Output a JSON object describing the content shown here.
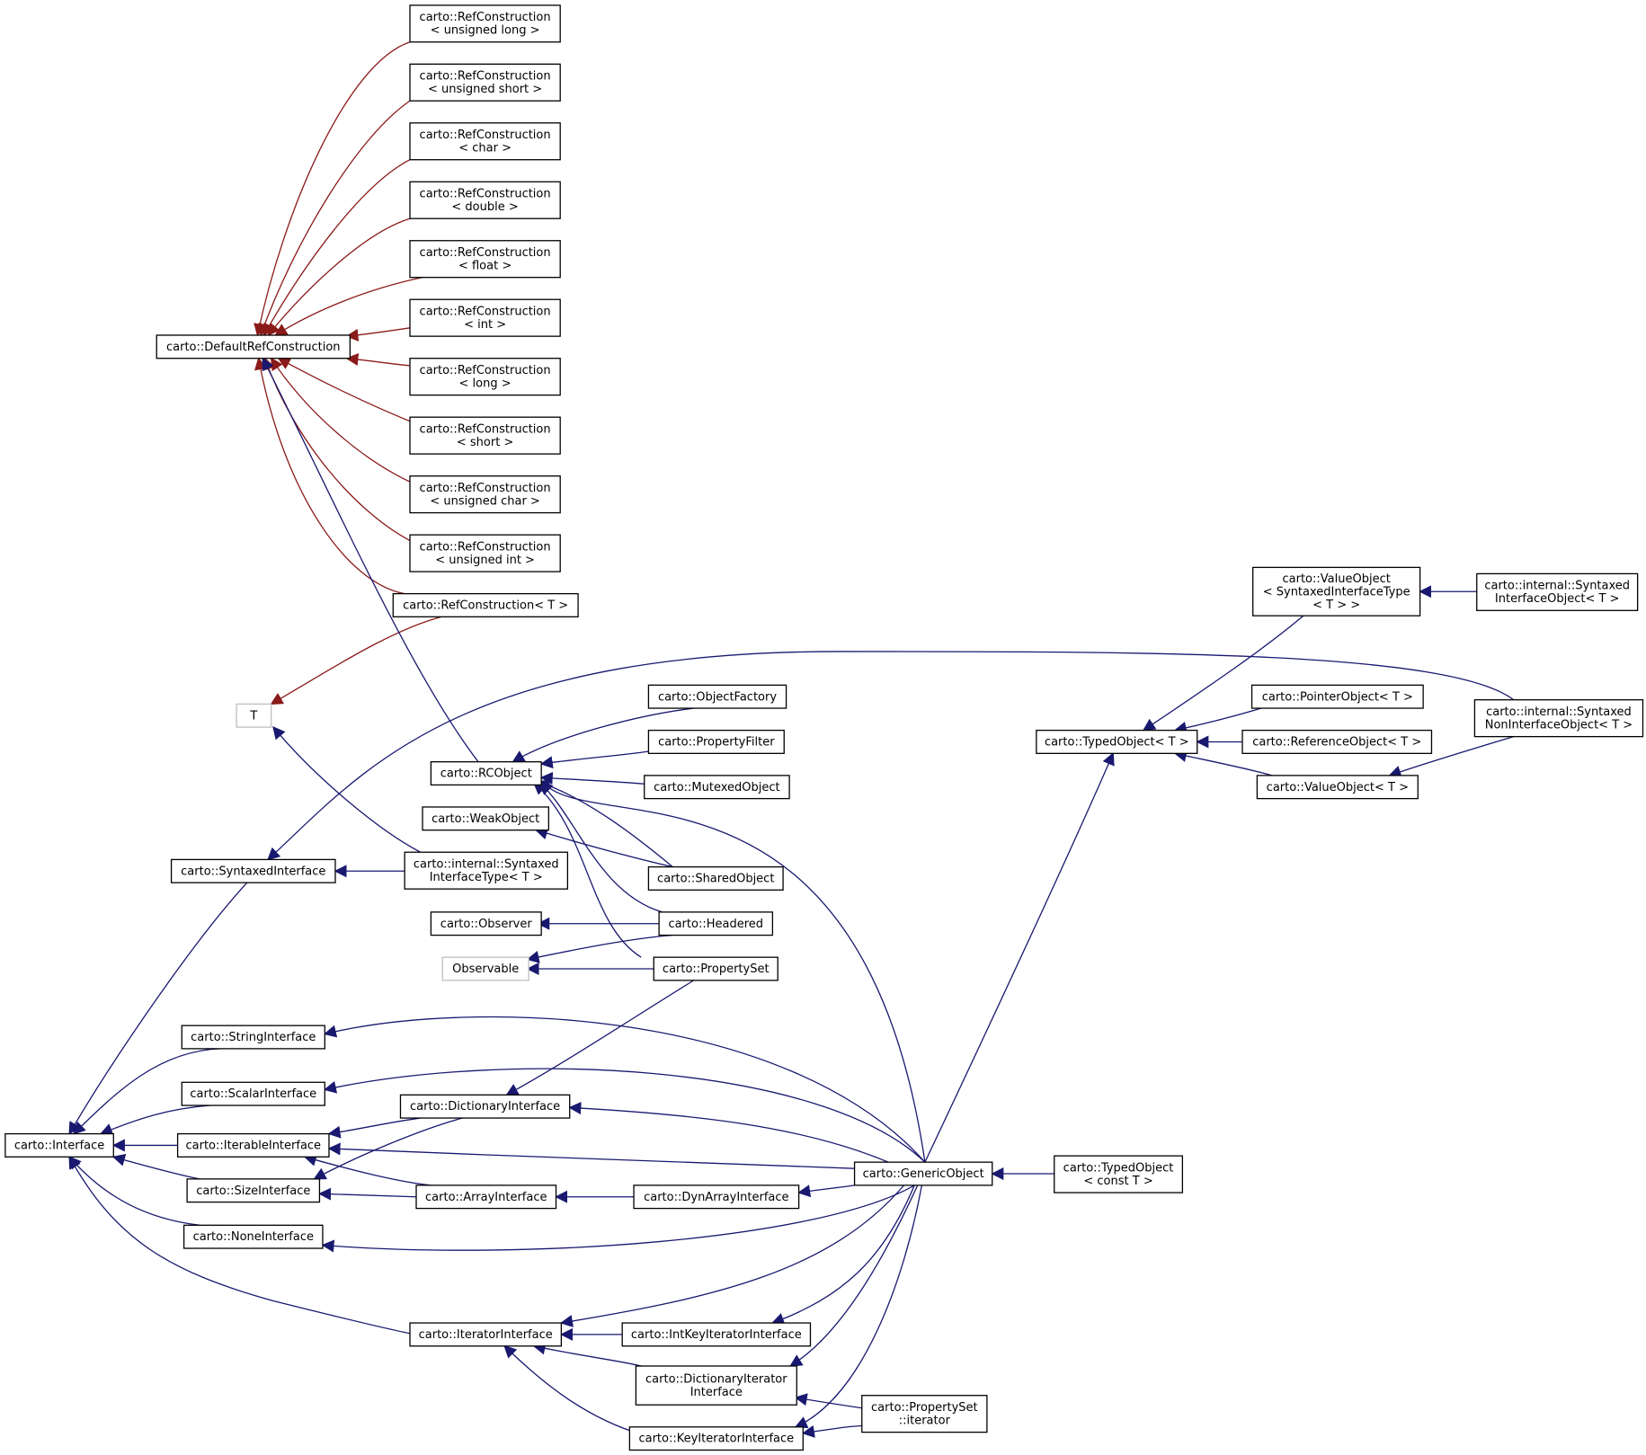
{
  "colors": {
    "inherit": "#191970",
    "template": "#8b1a1a",
    "border": "#000000",
    "ghost_border": "#bfbfbf"
  },
  "nodes": [
    {
      "id": "rc_ulong",
      "lines": [
        "carto::RefConstruction",
        "< unsigned long >"
      ]
    },
    {
      "id": "rc_ushort",
      "lines": [
        "carto::RefConstruction",
        "< unsigned short >"
      ]
    },
    {
      "id": "rc_char",
      "lines": [
        "carto::RefConstruction",
        "< char >"
      ]
    },
    {
      "id": "rc_double",
      "lines": [
        "carto::RefConstruction",
        "< double >"
      ]
    },
    {
      "id": "rc_float",
      "lines": [
        "carto::RefConstruction",
        "< float >"
      ]
    },
    {
      "id": "rc_int",
      "lines": [
        "carto::RefConstruction",
        "< int >"
      ]
    },
    {
      "id": "rc_long",
      "lines": [
        "carto::RefConstruction",
        "< long >"
      ]
    },
    {
      "id": "rc_short",
      "lines": [
        "carto::RefConstruction",
        "< short >"
      ]
    },
    {
      "id": "rc_uchar",
      "lines": [
        "carto::RefConstruction",
        "< unsigned char >"
      ]
    },
    {
      "id": "rc_uint",
      "lines": [
        "carto::RefConstruction",
        "< unsigned int >"
      ]
    },
    {
      "id": "rc_T",
      "lines": [
        "carto::RefConstruction< T >"
      ]
    },
    {
      "id": "defrefc",
      "lines": [
        "carto::DefaultRefConstruction"
      ]
    },
    {
      "id": "T",
      "lines": [
        "T"
      ],
      "ghost": true
    },
    {
      "id": "rcobject",
      "lines": [
        "carto::RCObject"
      ]
    },
    {
      "id": "objfactory",
      "lines": [
        "carto::ObjectFactory"
      ]
    },
    {
      "id": "propfilter",
      "lines": [
        "carto::PropertyFilter"
      ]
    },
    {
      "id": "mutexed",
      "lines": [
        "carto::MutexedObject"
      ]
    },
    {
      "id": "weakobj",
      "lines": [
        "carto::WeakObject"
      ]
    },
    {
      "id": "sharedobj",
      "lines": [
        "carto::SharedObject"
      ]
    },
    {
      "id": "synintf",
      "lines": [
        "carto::SyntaxedInterface"
      ]
    },
    {
      "id": "intsyn",
      "lines": [
        "carto::internal::Syntaxed",
        "InterfaceType< T >"
      ]
    },
    {
      "id": "observer",
      "lines": [
        "carto::Observer"
      ]
    },
    {
      "id": "headered",
      "lines": [
        "carto::Headered"
      ]
    },
    {
      "id": "observable",
      "lines": [
        "Observable"
      ],
      "ghost": true
    },
    {
      "id": "propset",
      "lines": [
        "carto::PropertySet"
      ]
    },
    {
      "id": "strintf",
      "lines": [
        "carto::StringInterface"
      ]
    },
    {
      "id": "scalintf",
      "lines": [
        "carto::ScalarInterface"
      ]
    },
    {
      "id": "dictintf",
      "lines": [
        "carto::DictionaryInterface"
      ]
    },
    {
      "id": "interface",
      "lines": [
        "carto::Interface"
      ]
    },
    {
      "id": "iterable",
      "lines": [
        "carto::IterableInterface"
      ]
    },
    {
      "id": "sizeintf",
      "lines": [
        "carto::SizeInterface"
      ]
    },
    {
      "id": "arrayintf",
      "lines": [
        "carto::ArrayInterface"
      ]
    },
    {
      "id": "dynarr",
      "lines": [
        "carto::DynArrayInterface"
      ]
    },
    {
      "id": "noneintf",
      "lines": [
        "carto::NoneInterface"
      ]
    },
    {
      "id": "generic",
      "lines": [
        "carto::GenericObject"
      ]
    },
    {
      "id": "typedconst",
      "lines": [
        "carto::TypedObject",
        "< const T >"
      ]
    },
    {
      "id": "iterintf",
      "lines": [
        "carto::IteratorInterface"
      ]
    },
    {
      "id": "intkeyiter",
      "lines": [
        "carto::IntKeyIteratorInterface"
      ]
    },
    {
      "id": "dictiter",
      "lines": [
        "carto::DictionaryIterator",
        "Interface"
      ]
    },
    {
      "id": "propsetiter",
      "lines": [
        "carto::PropertySet",
        "::iterator"
      ]
    },
    {
      "id": "keyiter",
      "lines": [
        "carto::KeyIteratorInterface"
      ]
    },
    {
      "id": "typedobj",
      "lines": [
        "carto::TypedObject< T >"
      ]
    },
    {
      "id": "valobjsyn",
      "lines": [
        "carto::ValueObject",
        "< SyntaxedInterfaceType",
        "< T > >"
      ]
    },
    {
      "id": "intsynobj",
      "lines": [
        "carto::internal::Syntaxed",
        "InterfaceObject< T >"
      ]
    },
    {
      "id": "ptrobj",
      "lines": [
        "carto::PointerObject< T >"
      ]
    },
    {
      "id": "refobj",
      "lines": [
        "carto::ReferenceObject< T >"
      ]
    },
    {
      "id": "valobj",
      "lines": [
        "carto::ValueObject< T >"
      ]
    },
    {
      "id": "intsynnon",
      "lines": [
        "carto::internal::Syntaxed",
        "NonInterfaceObject< T >"
      ]
    }
  ]
}
